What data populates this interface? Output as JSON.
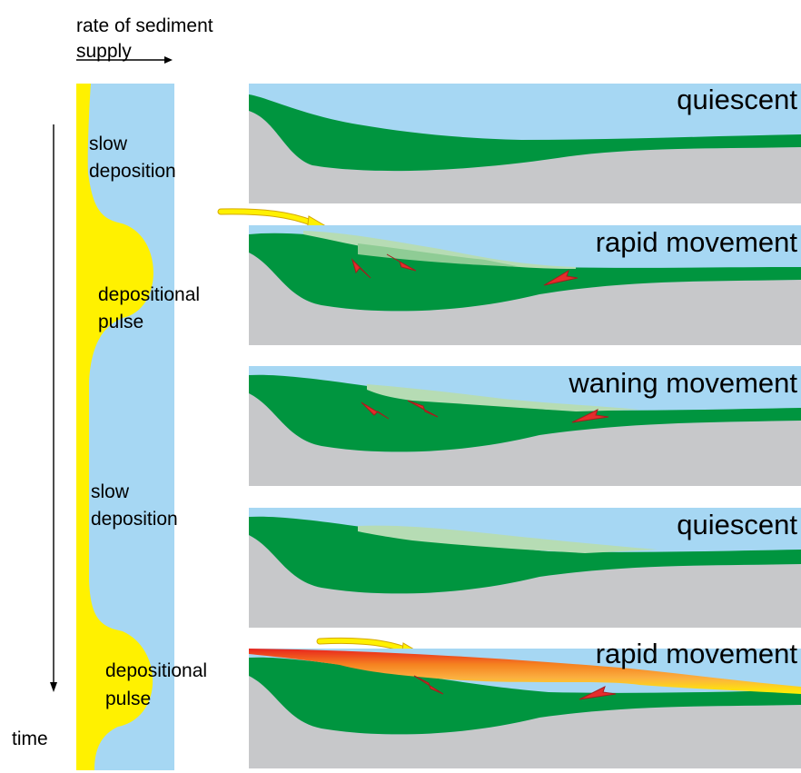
{
  "header": {
    "line1": "rate of sediment",
    "line2": "supply"
  },
  "time_label": "time",
  "column_labels": [
    [
      "slow",
      "deposition"
    ],
    [
      "depositional",
      "pulse"
    ],
    [
      "slow",
      "deposition"
    ],
    [
      "depositional",
      "pulse"
    ]
  ],
  "panels": [
    {
      "title": "quiescent"
    },
    {
      "title": "rapid movement"
    },
    {
      "title": "waning movement"
    },
    {
      "title": "quiescent"
    },
    {
      "title": "rapid movement"
    }
  ],
  "colors": {
    "water": "#a6d7f3",
    "bedrock": "#c7c8ca",
    "strata": "#00953f",
    "sediment_supply": "#fff100",
    "arrows": "#e62c2c",
    "new_deposits_top": "#e8231d"
  }
}
